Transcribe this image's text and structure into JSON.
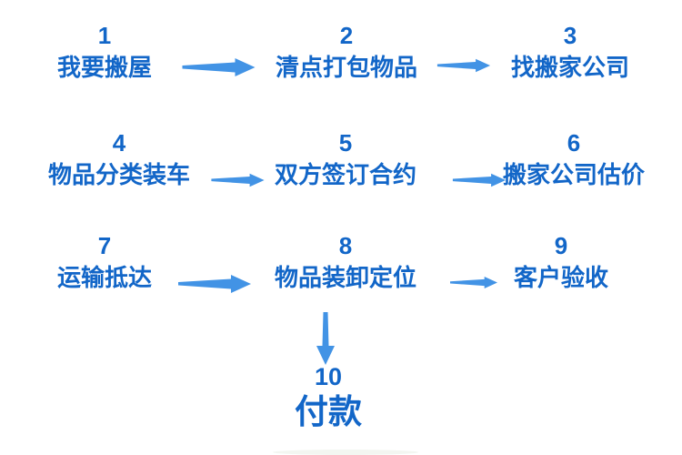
{
  "palette": {
    "background": "#ffffff",
    "step_text": "#1266c8",
    "arrow": "#4293e5"
  },
  "flow": {
    "description": "moving-house process flowchart",
    "steps": [
      {
        "number": "1",
        "label": "我要搬屋"
      },
      {
        "number": "2",
        "label": "清点打包物品"
      },
      {
        "number": "3",
        "label": "找搬家公司"
      },
      {
        "number": "4",
        "label": "物品分类装车"
      },
      {
        "number": "5",
        "label": "双方签订合约"
      },
      {
        "number": "6",
        "label": "搬家公司估价"
      },
      {
        "number": "7",
        "label": "运输抵达"
      },
      {
        "number": "8",
        "label": "物品装卸定位"
      },
      {
        "number": "9",
        "label": "客户验收"
      },
      {
        "number": "10",
        "label": "付款"
      }
    ],
    "connections": [
      {
        "from": "1",
        "to": "2",
        "direction": "right"
      },
      {
        "from": "2",
        "to": "3",
        "direction": "right"
      },
      {
        "from": "4",
        "to": "5",
        "direction": "right"
      },
      {
        "from": "5",
        "to": "6",
        "direction": "right"
      },
      {
        "from": "7",
        "to": "8",
        "direction": "right"
      },
      {
        "from": "8",
        "to": "9",
        "direction": "right"
      },
      {
        "from": "8",
        "to": "10",
        "direction": "down"
      }
    ]
  }
}
